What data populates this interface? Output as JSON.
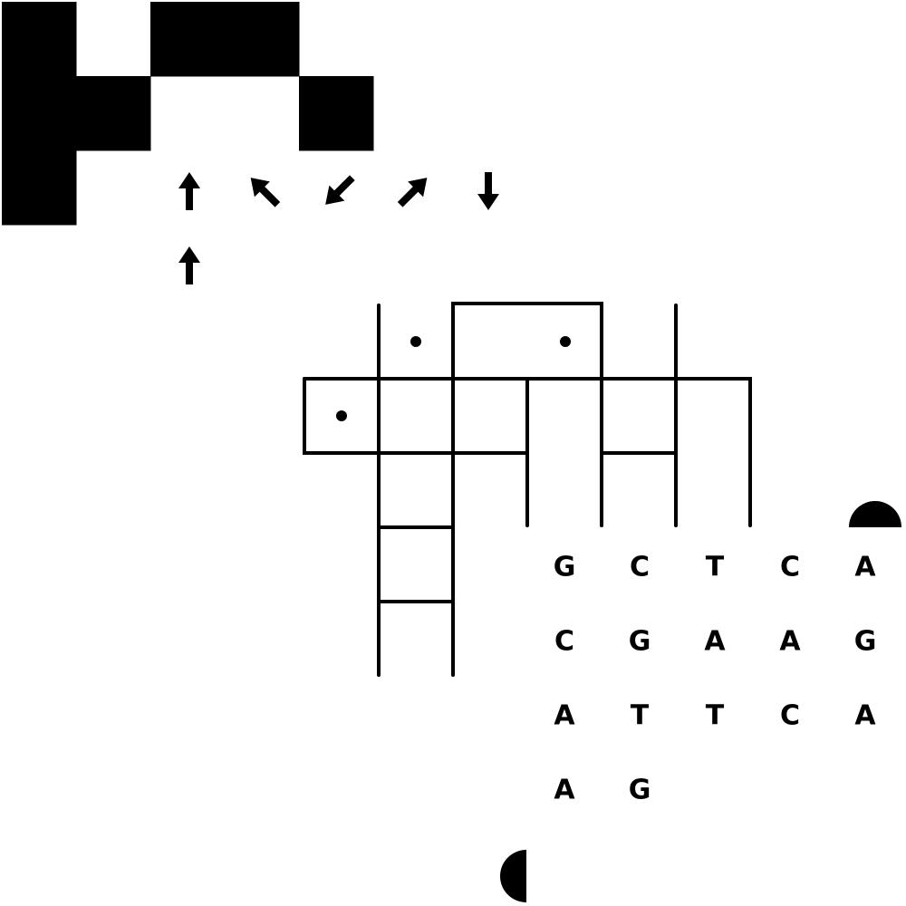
{
  "colors": {
    "ink": "#000000",
    "background": "#ffffff"
  },
  "pixel_blocks": {
    "rows": [
      [
        1,
        0,
        1,
        1,
        0
      ],
      [
        1,
        1,
        0,
        0,
        1
      ],
      [
        1,
        0,
        0,
        0,
        0
      ]
    ]
  },
  "arrows": {
    "rows": [
      [
        "up",
        "up-left",
        "down-left",
        "up-right",
        "down"
      ],
      [
        "up"
      ]
    ]
  },
  "letter_grid": {
    "rows": [
      [
        "G",
        "C",
        "T",
        "C",
        "A"
      ],
      [
        "C",
        "G",
        "A",
        "A",
        "G"
      ],
      [
        "A",
        "T",
        "T",
        "C",
        "A"
      ],
      [
        "A",
        "G"
      ]
    ]
  },
  "markers": [
    {
      "name": "half-disc-dome-icon",
      "shape": "half-circle-up"
    },
    {
      "name": "half-disc-left-icon",
      "shape": "half-circle-left"
    }
  ]
}
